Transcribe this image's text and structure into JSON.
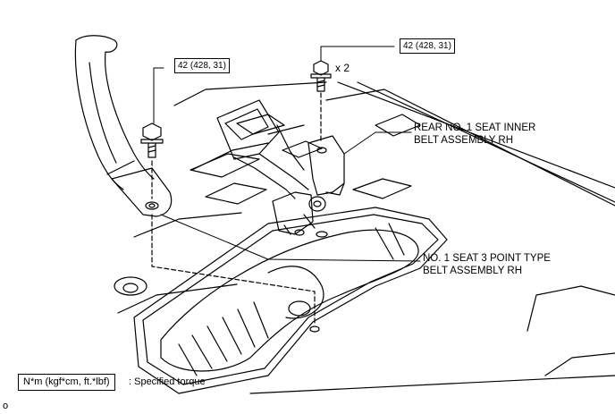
{
  "callouts": {
    "torque_left": "42 (428, 31)",
    "torque_right": "42 (428, 31)",
    "quantity": "x 2",
    "part_inner_belt": [
      "REAR NO. 1 SEAT INNER",
      "BELT ASSEMBLY RH"
    ],
    "part_3point_belt": [
      "NO. 1 SEAT 3 POINT TYPE",
      "BELT ASSEMBLY RH"
    ]
  },
  "legend": {
    "unit_box": "N*m (kgf*cm, ft.*lbf)",
    "description": ": Specified torque"
  },
  "footer": {
    "mark": "o"
  }
}
